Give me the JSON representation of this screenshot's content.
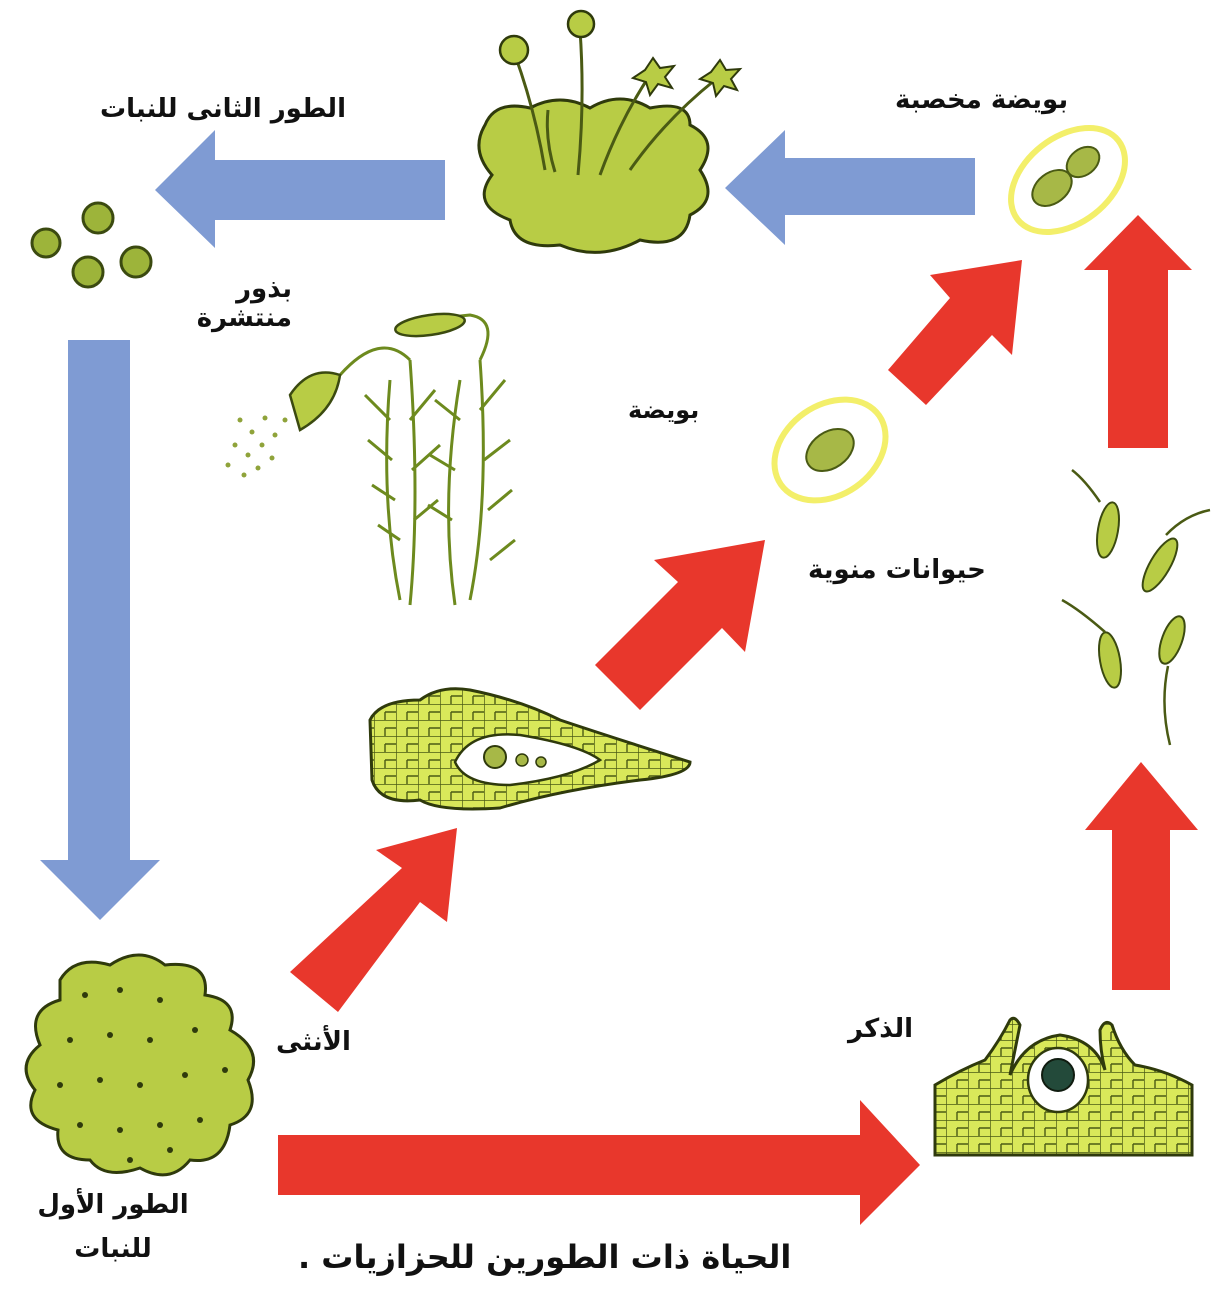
{
  "colors": {
    "blue_arrow": "#7f9bd3",
    "red_arrow": "#e8372c",
    "plant_green": "#b8cc45",
    "plant_outline": "#4a5a14",
    "egg_ring": "#f3ef6a"
  },
  "labels": {
    "second_stage": "الطور الثانى للنبات",
    "fertilized_egg": "بويضة مخصبة",
    "scattered_spores": "بذور منتشرة",
    "egg": "بويضة",
    "sperm": "حيوانات منوية",
    "female": "الأنثى",
    "male": "الذكر",
    "first_stage": "الطور الأول للنبات",
    "caption": "الحياة ذات الطورين للحزازيات ."
  }
}
